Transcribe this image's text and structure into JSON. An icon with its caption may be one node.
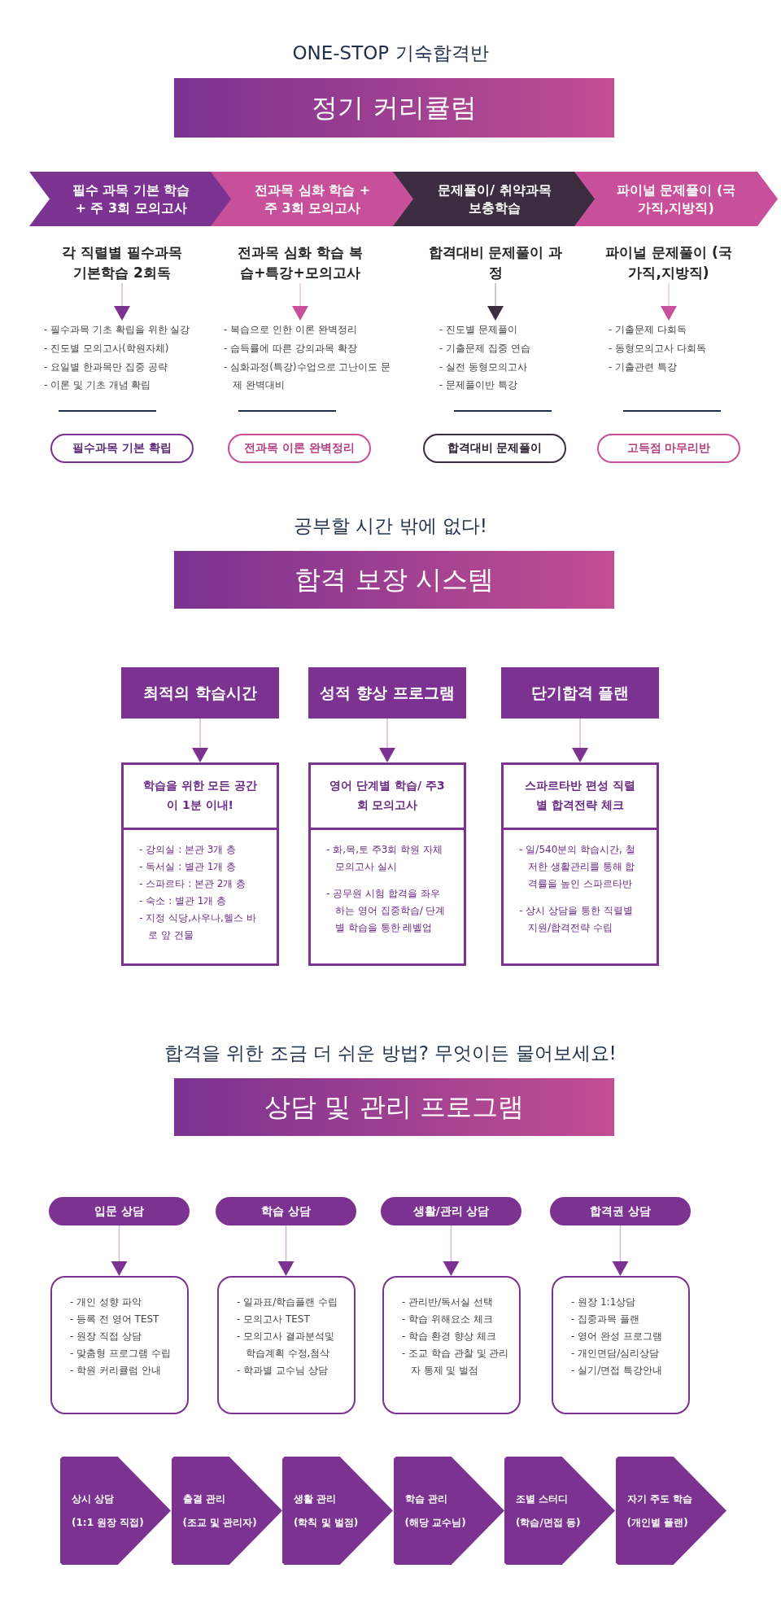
{
  "diagram": {
    "nodes": [
      {
        "text": [
          "정기 커리큘럼"
        ],
        "beside": [
          "ONE-STOP 기숙합격반"
        ]
      },
      {
        "text": [
          "필수 과목 기본 학습 + 주 3회 모의고사"
        ]
      },
      {
        "text": [
          "전과목 심화 학습 + 주 3회 모의고사"
        ]
      },
      {
        "text": [
          "문제풀이/ 취약과목 보충학습"
        ]
      },
      {
        "text": [
          "파이널 문제풀이 (국가직,지방직)"
        ]
      },
      {
        "text": [
          "각 직렬별 필수과목 기본학습 2회독"
        ]
      },
      {
        "text": [
          "전과목 심화 학습 복습+특강+모의고사"
        ]
      },
      {
        "text": [
          "합격대비 문제풀이 과정"
        ]
      },
      {
        "text": [
          "파이널 문제풀이 (국가직,지방직)"
        ]
      },
      {
        "text": [
          "- 필수과목 기초 확립을 위한 실강",
          "- 진도별 모의고사(학원자체)",
          "- 요일별 한과목만 집중 공략",
          "- 이론 및 기초 개념 확립"
        ]
      },
      {
        "text": [
          "- 복습으로 인한 이론 완벽정리",
          "- 습득률에 따른 강의과목 확장",
          "- 심화과정(특강)수업으로 고난이도 문제 완벽대비"
        ]
      },
      {
        "text": [
          "- 진도별 문제풀이",
          "- 기출문제 집중 연습",
          "- 실전 동형모의고사",
          "- 문제풀이반 특강"
        ]
      },
      {
        "text": [
          "- 기출문제 다회독",
          "- 동형모의고사 다회독",
          "- 기출관련 특강"
        ]
      },
      {
        "text": [
          "필수과목 기본 확립"
        ]
      },
      {
        "text": [
          "전과목 이론 완벽정리"
        ]
      },
      {
        "text": [
          "합격대비 문제풀이"
        ]
      },
      {
        "text": [
          "고득점 마무리반"
        ]
      },
      {
        "text": [
          "합격 보장 시스템"
        ],
        "beside": [
          "공부할 시간 밖에 없다!"
        ]
      },
      {
        "text": [
          "최적의 학습시간"
        ]
      },
      {
        "text": [
          "성적 향상 프로그램"
        ]
      },
      {
        "text": [
          "단기합격 플랜"
        ]
      },
      {
        "text": [
          "학습을 위한 모든 공간이 1분 이내!",
          "- 강의실 : 본관 3개 층",
          "- 독서실 : 별관 1개 층",
          "- 스파르타 : 본관 2개 층",
          "- 숙소 : 별관 1개 층",
          "- 지정 식당,사우나,헬스 바로 앞 건물"
        ]
      },
      {
        "text": [
          "영어 단계별 학습/ 주3회 모의고사",
          "- 화,목,토 주3회 학원 자체 모의고사 실시",
          "- 공무원 시험 합격을 좌우하는 영어 집중학습/ 단계별 학습을 통한 레벨업"
        ]
      },
      {
        "text": [
          "스파르타반 편성 직렬별 합격전략 체크",
          "- 일/540분의 학습시간, 철저한 생활관리를 통해 합격률을 높인 스파르타반",
          "- 상시 상담을 통한 직렬별 지원/합격전략 수립"
        ]
      },
      {
        "text": [
          "상담 및 관리 프로그램"
        ],
        "beside": [
          "합격을 위한 조금 더 쉬운 방법? 무엇이든 물어보세요!"
        ]
      },
      {
        "text": [
          "입문 상담"
        ]
      },
      {
        "text": [
          "학습 상담"
        ]
      },
      {
        "text": [
          "생활/관리 상담"
        ]
      },
      {
        "text": [
          "합격권 상담"
        ]
      },
      {
        "text": [
          "- 개인 성향 파악",
          "- 등록 전 영어 TEST",
          "- 원장 직접 상담",
          "- 맞춤형 프로그램 수립",
          "- 학원 커리큘럼 안내"
        ]
      },
      {
        "text": [
          "- 일과표/학습플랜 수립",
          "- 모의고사 TEST",
          "- 모의고사 결과분석및 학습계획 수정,첨삭",
          "- 학과별 교수님 상담"
        ]
      },
      {
        "text": [
          "- 관리반/독서실 선택",
          "- 학습 위해요소 체크",
          "- 학습 환경 향상 체크",
          "- 조교 학습 관찰 및 관리자 통제 및 벌점"
        ]
      },
      {
        "text": [
          "- 원장 1:1상담",
          "- 집중과목 플랜",
          "- 영어 완성 프로그램",
          "- 개인면담/심리상담",
          "- 실기/면접 특강안내"
        ]
      },
      {
        "text": [
          "상시 상담",
          "(1:1 원장 직접)"
        ]
      },
      {
        "text": [
          "출결 관리",
          "(조교 및 관리자)"
        ]
      },
      {
        "text": [
          "생활 관리",
          "(학칙 및 벌점)"
        ]
      },
      {
        "text": [
          "학습 관리",
          "(해당 교수님)"
        ]
      },
      {
        "text": [
          "조별 스터디",
          "(학습/면접 등)"
        ]
      },
      {
        "text": [
          "자기 주도 학습",
          "(개인별 플랜)"
        ]
      }
    ],
    "edges": [
      {
        "from": 5,
        "to": 9,
        "arrow": "to"
      },
      {
        "from": 6,
        "to": 10,
        "arrow": "to",
        "color": "#c8509a"
      },
      {
        "from": 7,
        "to": 11,
        "arrow": "to",
        "color": "#3b2d3f"
      },
      {
        "from": 8,
        "to": 12,
        "arrow": "to",
        "color": "#c8509a"
      },
      {
        "from": 18,
        "to": 21,
        "arrow": "to"
      },
      {
        "from": 19,
        "to": 22,
        "arrow": "to"
      },
      {
        "from": 20,
        "to": 23,
        "arrow": "to"
      },
      {
        "from": 25,
        "to": 29,
        "arrow": "to"
      },
      {
        "from": 26,
        "to": 30,
        "arrow": "to"
      },
      {
        "from": 27,
        "to": 31,
        "arrow": "to"
      },
      {
        "from": 28,
        "to": 32,
        "arrow": "to"
      }
    ]
  }
}
